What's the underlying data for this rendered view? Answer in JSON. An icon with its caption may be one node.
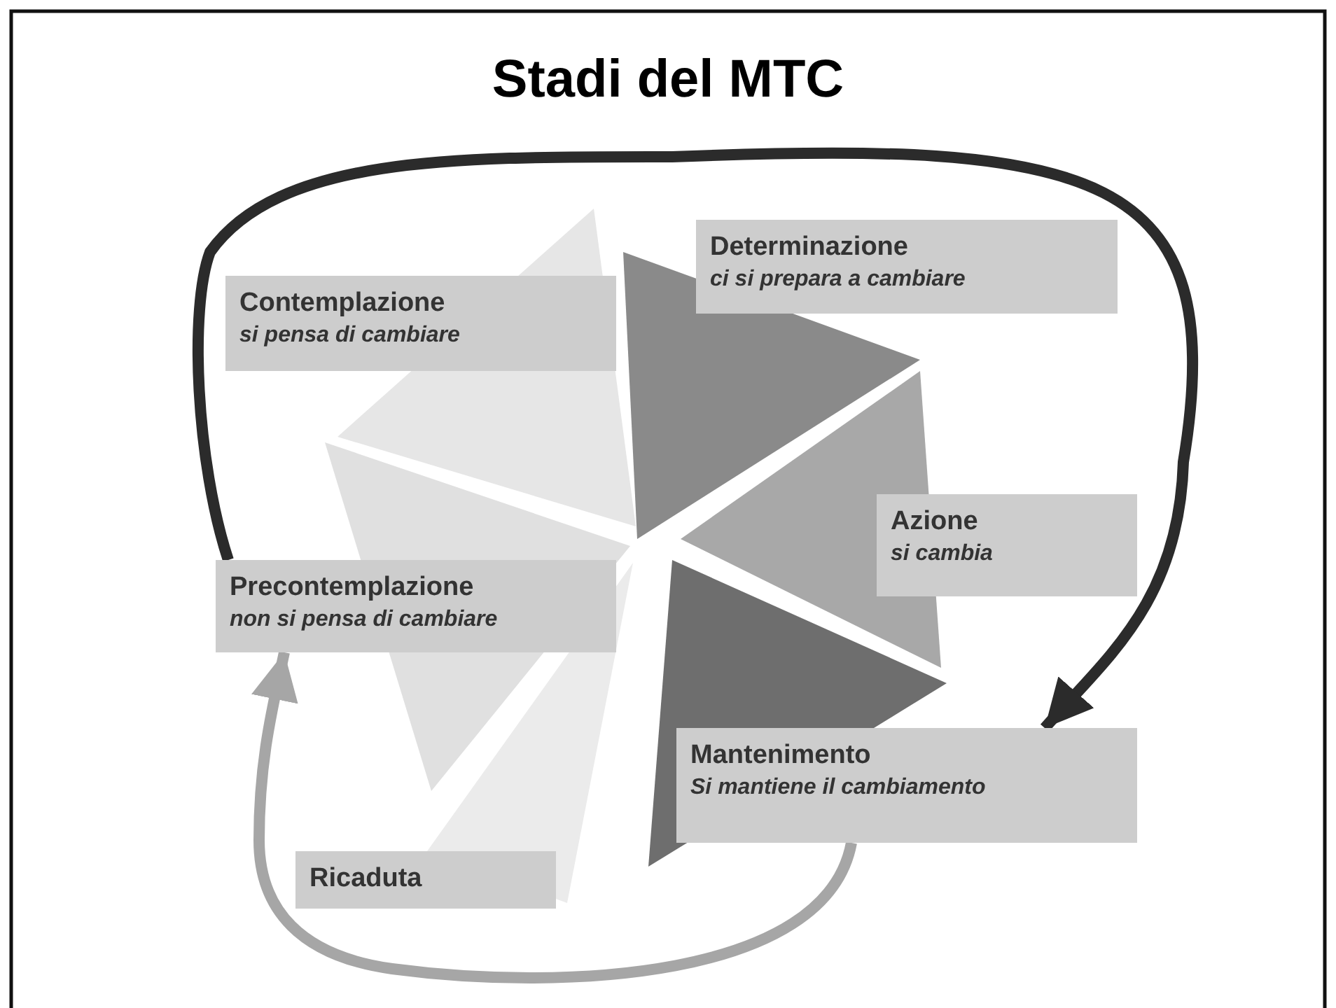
{
  "diagram": {
    "title": "Stadi del MTC",
    "nodes": [
      {
        "text": [
          "Determinazione",
          "ci si prepara a cambiare"
        ]
      },
      {
        "text": [
          "Contemplazione",
          "si pensa di cambiare"
        ]
      },
      {
        "text": [
          "Azione",
          "si cambia"
        ]
      },
      {
        "text": [
          "Precontemplazione",
          "non si pensa di cambiare"
        ]
      },
      {
        "text": [
          "Mantenimento",
          "Si mantiene il cambiamento"
        ]
      },
      {
        "text": [
          "Ricaduta"
        ]
      }
    ],
    "edges": [
      {
        "from": 3,
        "to": 4,
        "arrow": "to"
      },
      {
        "from": 4,
        "to": 3,
        "arrow": "to",
        "color": "#a6a6a6"
      }
    ]
  }
}
